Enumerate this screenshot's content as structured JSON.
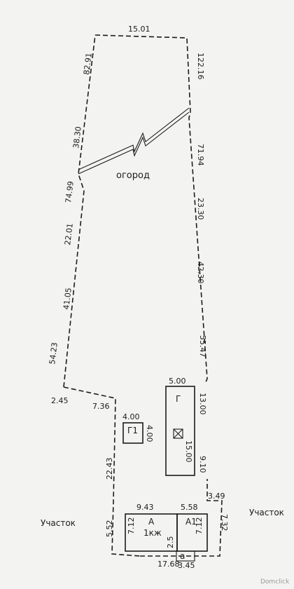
{
  "outer_boundary": {
    "top": "15.01",
    "upper_left": "82.91",
    "upper_right": "122.16",
    "left_1": "38.30",
    "left_2": "74.99",
    "left_3": "22.01",
    "left_4": "41.05",
    "left_5": "54.23",
    "right_1": "71.94",
    "right_2": "23.30",
    "right_3": "42.30",
    "right_4": "55.47",
    "step_short": "2.45",
    "step_long": "7.36",
    "lower_left": "22.43",
    "lower_left_2": "5.52",
    "bottom": "17.68",
    "right_step_top": "3.49",
    "right_lower": "7.32",
    "right_mid": "9.10",
    "right_small": "15.00"
  },
  "garden_label": "огород",
  "building_g": {
    "label": "Г",
    "width": "5.00",
    "length": "13.00"
  },
  "building_g1": {
    "label": "Г1",
    "width": "4.00",
    "depth": "4.00"
  },
  "house_a": {
    "label": "А",
    "sublabel": "1кж",
    "width": "9.43",
    "depth": "7.12"
  },
  "extension_a1": {
    "label": "А1",
    "width": "5.58",
    "depth": "7.12"
  },
  "porch_a": {
    "label": "а",
    "width": "3.45",
    "depth": "2.5"
  },
  "neighbor_left": "Участок",
  "neighbor_right": "Участок",
  "watermark": "Domclick"
}
